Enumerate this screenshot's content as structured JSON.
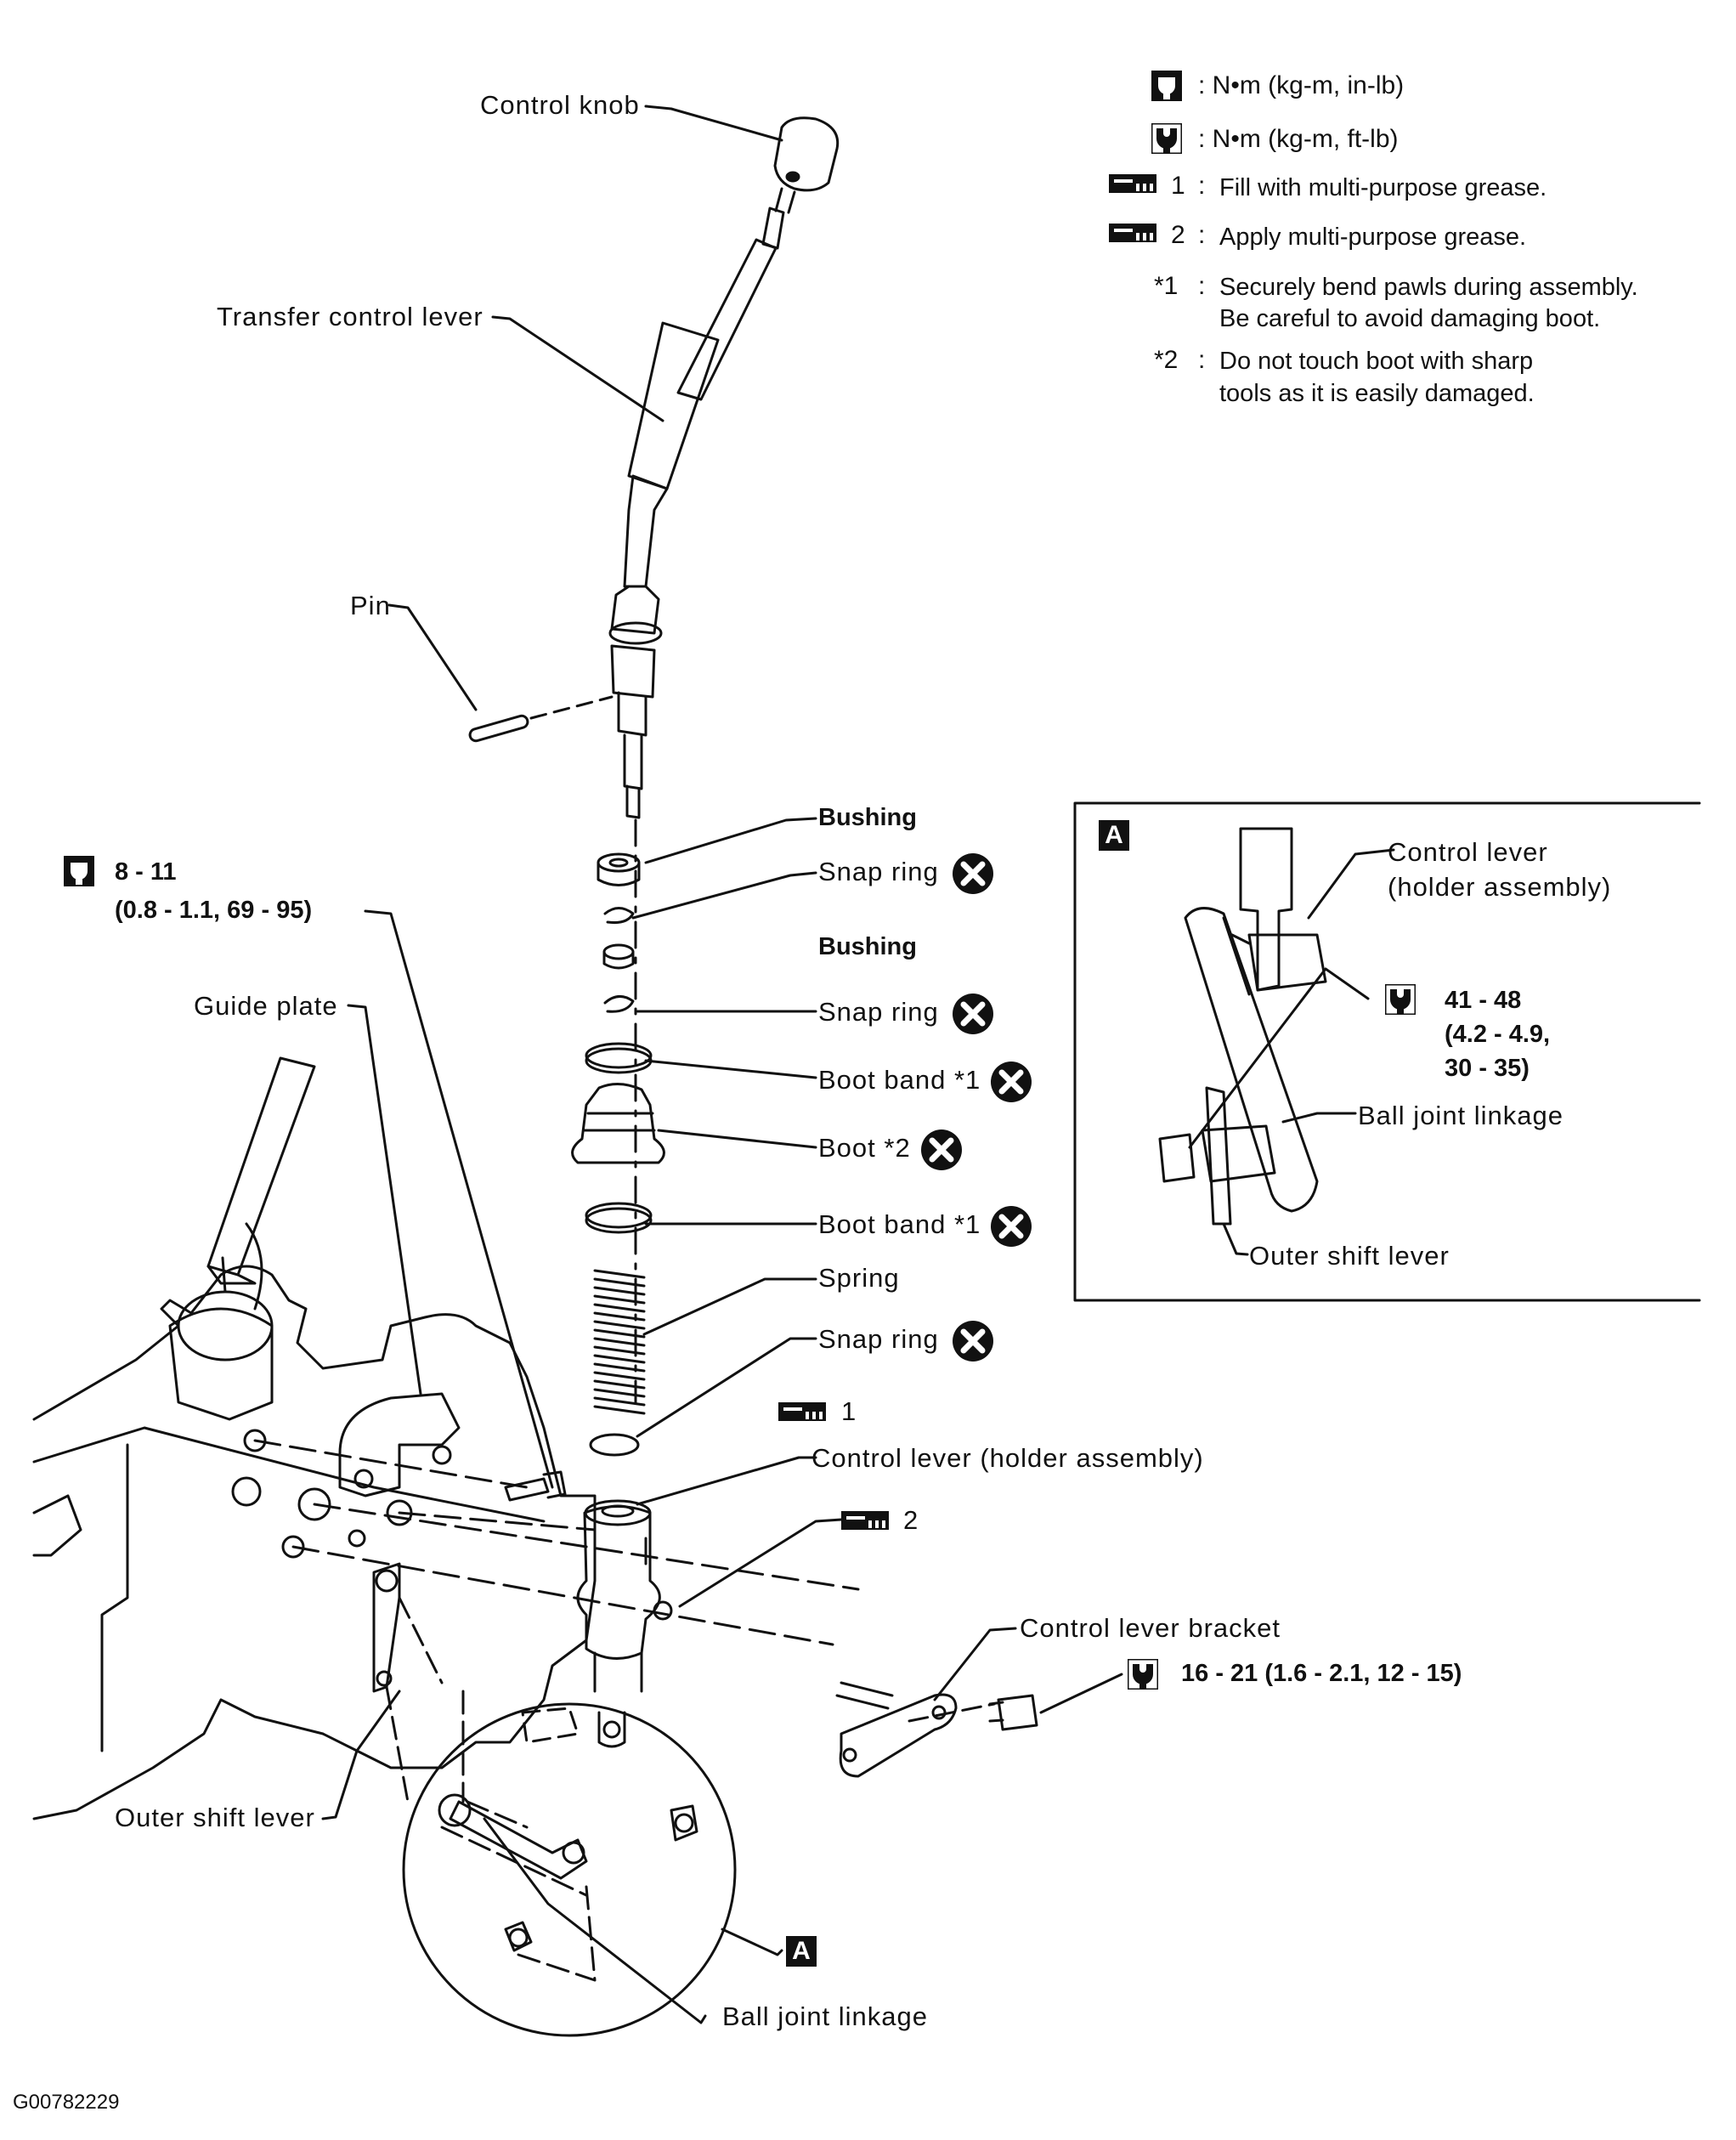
{
  "legend": {
    "torque_inlb": ": N•m (kg-m, in-lb)",
    "torque_ftlb": ": N•m (kg-m, ft-lb)",
    "grease1_num": "1",
    "grease1_sep": ":",
    "grease1_text": "Fill with multi-purpose grease.",
    "grease2_num": "2",
    "grease2_sep": ":",
    "grease2_text": "Apply multi-purpose grease.",
    "note1_key": "*1",
    "note1_sep": ":",
    "note1_line1": "Securely bend pawls during assembly.",
    "note1_line2": "Be careful to avoid damaging boot.",
    "note2_key": "*2",
    "note2_sep": ":",
    "note2_line1": "Do not touch boot with sharp",
    "note2_line2": "tools as it is easily damaged."
  },
  "labels": {
    "control_knob": "Control knob",
    "transfer_control_lever": "Transfer control lever",
    "pin": "Pin",
    "bushing_1": "Bushing",
    "snap_ring_1": "Snap  ring",
    "bushing_2": "Bushing",
    "snap_ring_2": "Snap  ring",
    "boot_band_1": "Boot  band  *1",
    "boot": "Boot  *2",
    "boot_band_2": "Boot  band  *1",
    "spring": "Spring",
    "snap_ring_3": "Snap  ring",
    "grease_ref_1": "1",
    "control_lever_holder": "Control  lever  (holder  assembly)",
    "grease_ref_2": "2",
    "control_lever_bracket": "Control  lever  bracket",
    "torque_bracket": "16  -  21  (1.6  -  2.1,  12  -  15)",
    "torque_guide_line1": "8  -  11",
    "torque_guide_line2": "(0.8  -  1.1,  69  -  95)",
    "guide_plate": "Guide plate",
    "outer_shift_lever": "Outer  shift  lever",
    "ball_joint_linkage": "Ball  joint  linkage",
    "detail_marker": "A",
    "figure_id": "G00782229"
  },
  "detail": {
    "marker": "A",
    "control_lever_line1": "Control  lever",
    "control_lever_line2": "(holder  assembly)",
    "torque_line1": "41 - 48",
    "torque_line2": "(4.2 - 4.9,",
    "torque_line3": "30 - 35)",
    "ball_joint_linkage": "Ball  joint  linkage",
    "outer_shift_lever": "Outer  shift  lever"
  }
}
